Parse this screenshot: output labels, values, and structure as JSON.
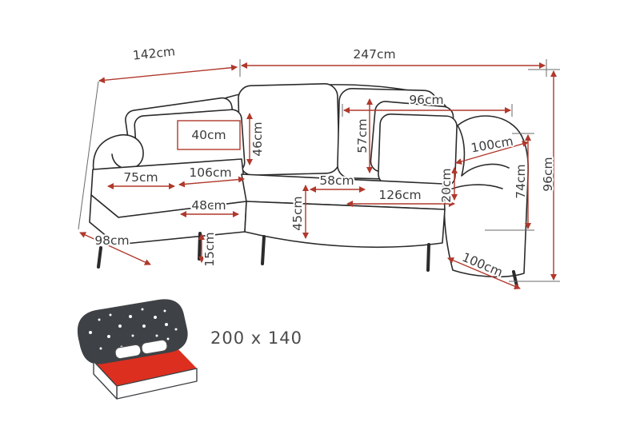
{
  "colors": {
    "background": "#ffffff",
    "dimension_line": "#b0382c",
    "sofa_outline": "#2b2b2b",
    "extension_line": "#6a6a6a",
    "label_text": "#3c3c3c",
    "bed_mattress_red": "#dd2f1f",
    "bed_back_dark": "#3e4145"
  },
  "dimensions": {
    "sofa_total_width": "247cm",
    "chaise_back_width": "142cm",
    "right_backrest_width": "96cm",
    "back_pillow_width": "40cm",
    "back_pillow_height": "46cm",
    "back_cushion_height": "57cm",
    "armrest_top_length": "100cm",
    "total_height": "96cm",
    "armrest_height": "74cm",
    "chaise_seat_width": "75cm",
    "chaise_seat_length": "106cm",
    "seat_cushion_width": "58cm",
    "seat_width_total": "126cm",
    "armrest_thickness": "20cm",
    "chaise_inner_width": "48cm",
    "seat_depth": "45cm",
    "chaise_side_depth": "98cm",
    "leg_height": "15cm",
    "sofa_depth": "100cm"
  },
  "bed_function": {
    "sleeping_area_label": "200 x 140"
  }
}
